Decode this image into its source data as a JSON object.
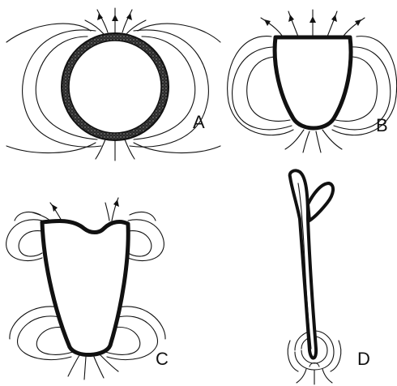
{
  "panels": [
    {
      "id": "A",
      "label": "A",
      "shape": "circle"
    },
    {
      "id": "B",
      "label": "B",
      "shape": "rounded-cup"
    },
    {
      "id": "C",
      "label": "C",
      "shape": "notched-cup"
    },
    {
      "id": "D",
      "label": "D",
      "shape": "elongated-stalk"
    }
  ],
  "colors": {
    "line": "#111111",
    "background": "#ffffff"
  }
}
